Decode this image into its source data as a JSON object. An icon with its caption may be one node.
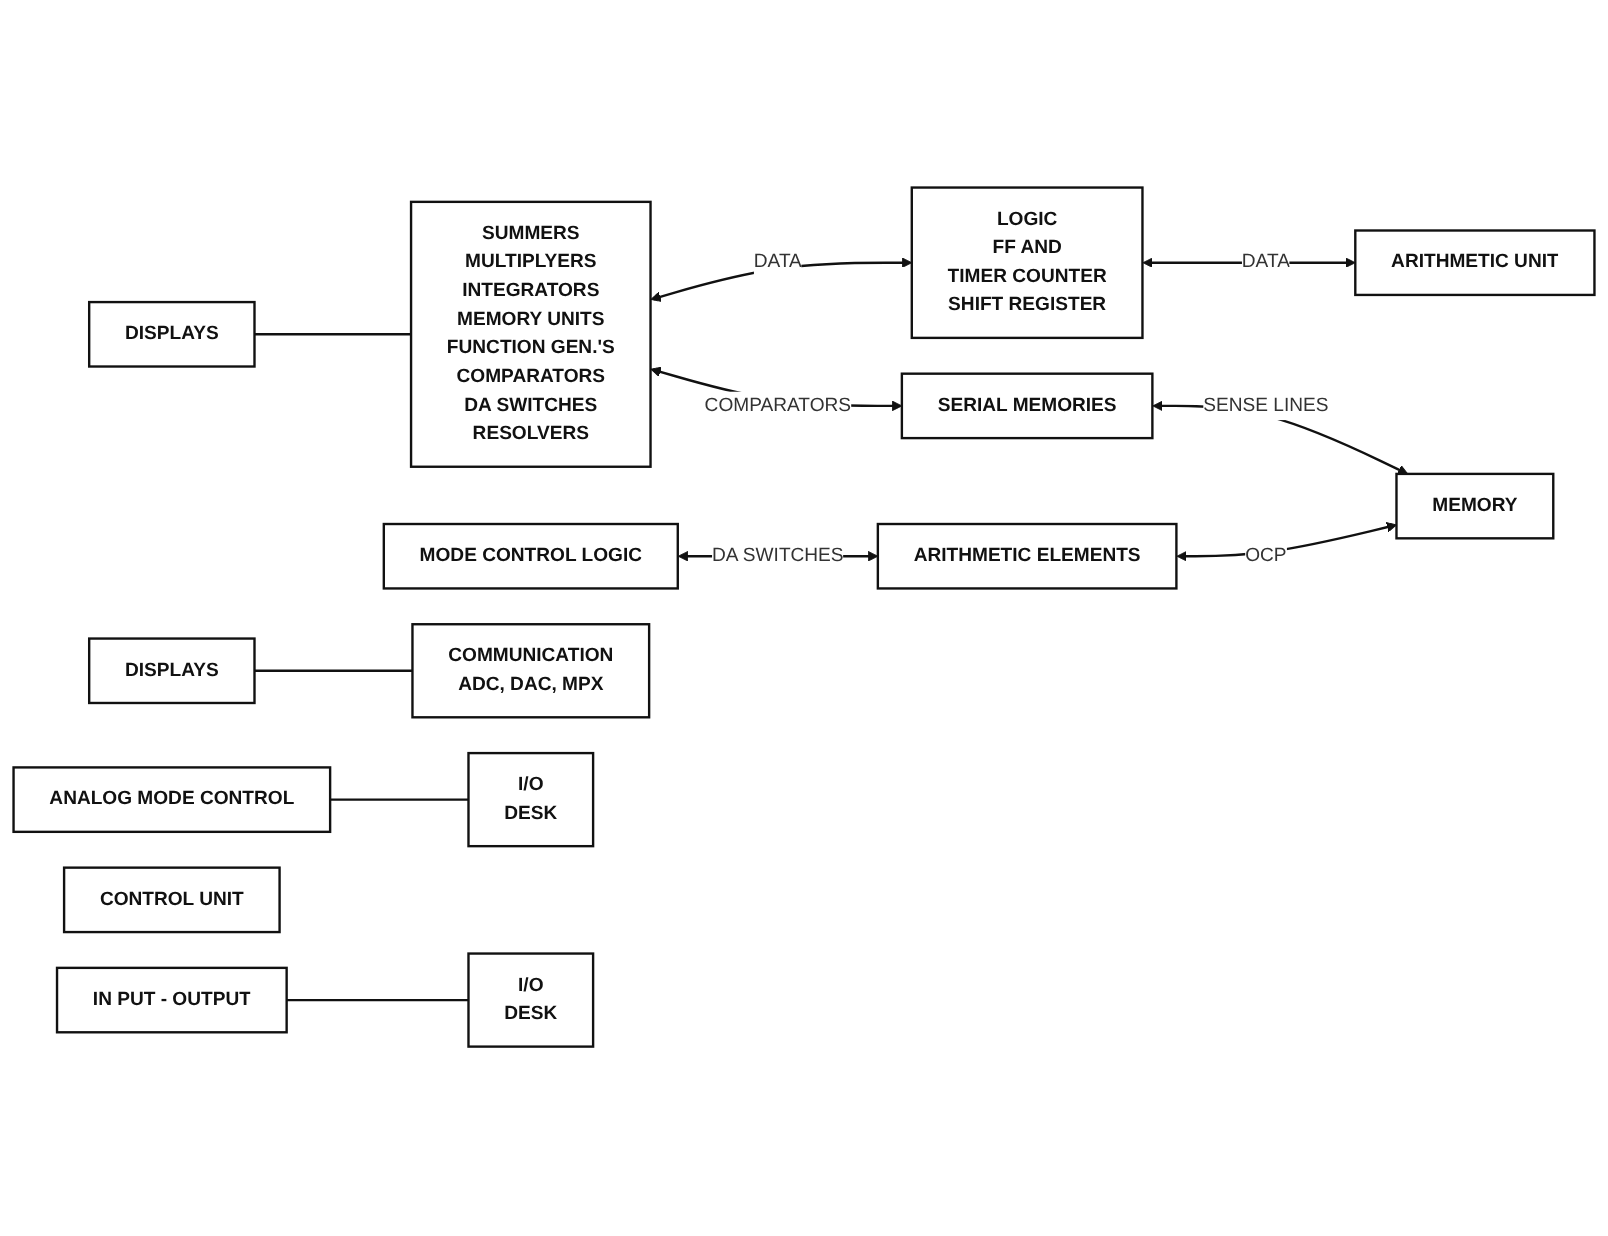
{
  "diagram": {
    "nodes": [
      {
        "text": [
          "DISPLAYS"
        ]
      },
      {
        "text": [
          "SUMMERS",
          "MULTIPLYERS",
          "INTEGRATORS",
          "MEMORY UNITS",
          "FUNCTION GEN.'S",
          "COMPARATORS",
          "DA SWITCHES",
          "RESOLVERS"
        ]
      },
      {
        "text": [
          "MODE CONTROL LOGIC"
        ]
      },
      {
        "text": [
          "DISPLAYS"
        ]
      },
      {
        "text": [
          "COMMUNICATION",
          "ADC, DAC, MPX"
        ]
      },
      {
        "text": [
          "LOGIC",
          "FF AND",
          "TIMER COUNTER",
          "SHIFT REGISTER"
        ]
      },
      {
        "text": [
          "SERIAL MEMORIES"
        ]
      },
      {
        "text": [
          "ARITHMETIC ELEMENTS"
        ]
      },
      {
        "text": [
          "ANALOG MODE CONTROL"
        ]
      },
      {
        "text": [
          "I/O",
          "DESK"
        ]
      },
      {
        "text": [
          "CONTROL UNIT"
        ]
      },
      {
        "text": [
          "ARITHMETIC UNIT"
        ]
      },
      {
        "text": [
          "MEMORY"
        ]
      },
      {
        "text": [
          "IN PUT - OUTPUT"
        ]
      },
      {
        "text": [
          "I/O",
          "DESK"
        ]
      }
    ],
    "edges": [
      {
        "from": 0,
        "to": 1,
        "arrow": "none"
      },
      {
        "from": 3,
        "to": 4,
        "arrow": "none"
      },
      {
        "from": 1,
        "to": 5,
        "arrow": "both",
        "label": "DATA"
      },
      {
        "from": 5,
        "to": 11,
        "arrow": "both",
        "label": "DATA"
      },
      {
        "from": 1,
        "to": 6,
        "arrow": "both",
        "label": "COMPARATORS"
      },
      {
        "from": 2,
        "to": 7,
        "arrow": "both",
        "label": "DA SWITCHES"
      },
      {
        "from": 6,
        "to": 12,
        "arrow": "both",
        "label": "SENSE LINES"
      },
      {
        "from": 7,
        "to": 12,
        "arrow": "both",
        "label": "OCP"
      },
      {
        "from": 8,
        "to": 9,
        "arrow": "none"
      },
      {
        "from": 13,
        "to": 14,
        "arrow": "none"
      }
    ]
  }
}
